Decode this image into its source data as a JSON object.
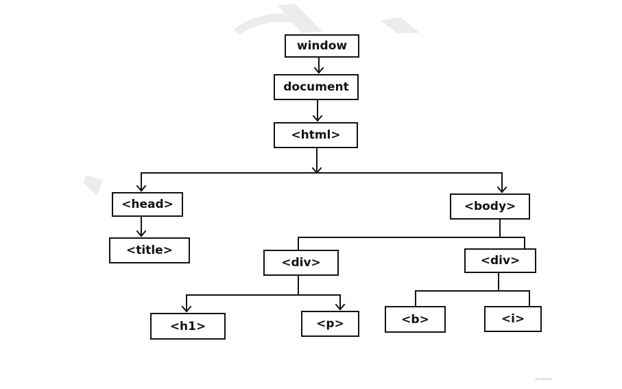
{
  "nodes": {
    "window": "window",
    "document": "document",
    "html": "<html>",
    "head": "<head>",
    "title": "<title>",
    "body": "<body>",
    "div1": "<div>",
    "div2": "<div>",
    "h1": "<h1>",
    "p": "<p>",
    "b": "<b>",
    "i": "<i>"
  },
  "colors": {
    "line": "#111111",
    "node_border": "#111111",
    "background": "#ffffff",
    "watermark": "#eeeeee"
  }
}
